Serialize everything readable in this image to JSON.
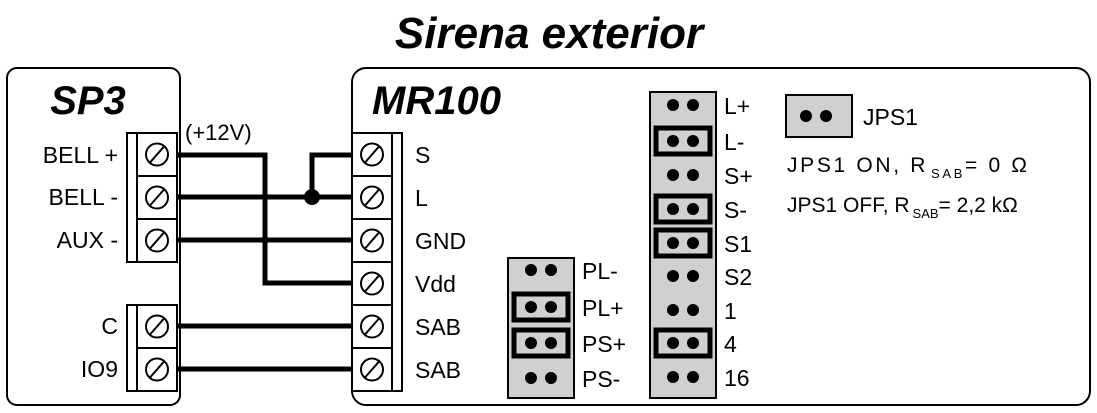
{
  "title": "Sirena exterior",
  "sp3": {
    "name": "SP3",
    "supply_note": "(+12V)",
    "terminals": [
      "BELL +",
      "BELL -",
      "AUX -",
      "C",
      "IO9"
    ]
  },
  "mr100": {
    "name": "MR100",
    "terminals": [
      "S",
      "L",
      "GND",
      "Vdd",
      "SAB",
      "SAB"
    ],
    "jumper_block_left": [
      {
        "label": "PL-",
        "on": false
      },
      {
        "label": "PL+",
        "on": true
      },
      {
        "label": "PS+",
        "on": true
      },
      {
        "label": "PS-",
        "on": false
      }
    ],
    "jumper_block_main": [
      {
        "label": "L+",
        "on": false
      },
      {
        "label": "L-",
        "on": true
      },
      {
        "label": "S+",
        "on": false
      },
      {
        "label": "S-",
        "on": true
      },
      {
        "label": "S1",
        "on": true
      },
      {
        "label": "S2",
        "on": false
      },
      {
        "label": "1",
        "on": false
      },
      {
        "label": "4",
        "on": true
      },
      {
        "label": "16",
        "on": false
      }
    ],
    "jps1": {
      "label": "JPS1",
      "on_text": "JPS1 ON, R",
      "on_sub": "SAB",
      "on_value": "= 0 Ω",
      "off_text": "JPS1 OFF, R",
      "off_sub": "SAB",
      "off_value": "= 2,2 kΩ"
    }
  },
  "colors": {
    "jumper_fill": "#d0d0d0",
    "line": "#000000"
  }
}
